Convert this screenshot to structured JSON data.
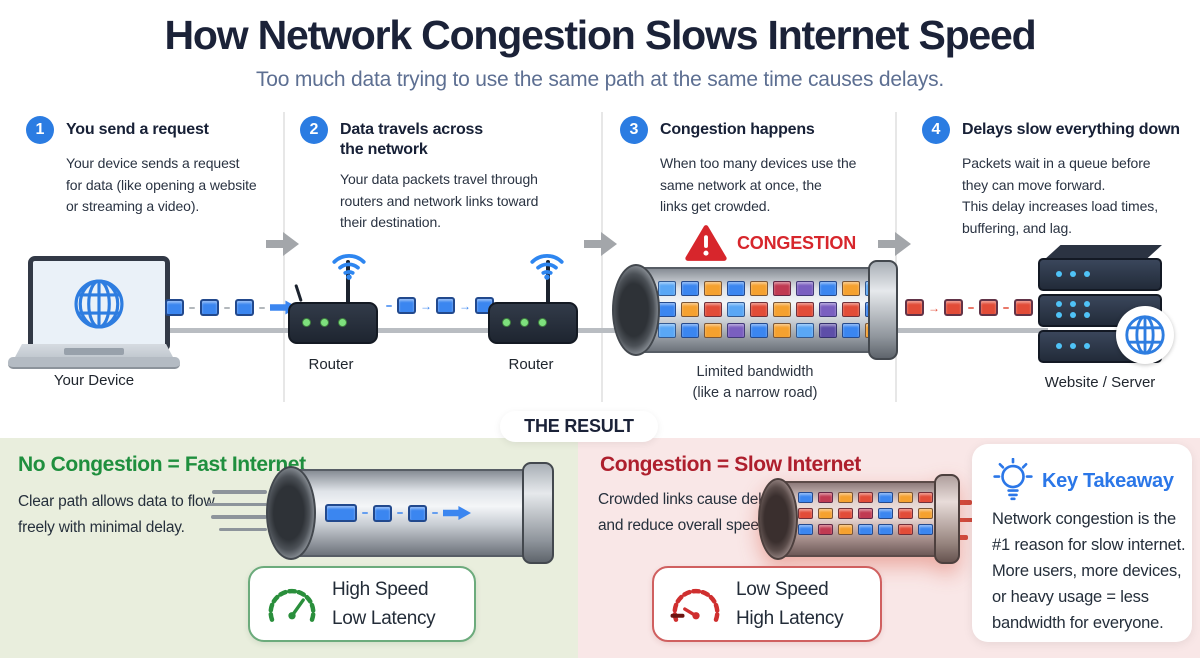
{
  "header": {
    "title": "How Network Congestion Slows Internet Speed",
    "subtitle": "Too much data trying to use the same path at the same time causes delays."
  },
  "steps": [
    {
      "num": "1",
      "title": "You send a request",
      "body": "Your device sends a request\nfor data (like opening a website\nor streaming a video)."
    },
    {
      "num": "2",
      "title": "Data travels across\nthe network",
      "body": "Your data packets travel through\nrouters and network links toward\ntheir destination."
    },
    {
      "num": "3",
      "title": "Congestion happens",
      "body": "When too many devices use the\nsame network at once, the\nlinks get crowded.",
      "alert": "CONGESTION"
    },
    {
      "num": "4",
      "title": "Delays slow everything down",
      "body": "Packets wait in a queue before\nthey can move forward.\nThis delay increases load times,\nbuffering, and lag."
    }
  ],
  "flow": {
    "device_label": "Your Device",
    "router1_label": "Router",
    "router2_label": "Router",
    "pipe_caption": "Limited bandwidth\n(like a narrow road)",
    "server_label": "Website / Server"
  },
  "result_pill": "THE RESULT",
  "fast": {
    "heading": "No Congestion = Fast Internet",
    "body": "Clear path allows data to flow\nfreely with minimal delay.",
    "badge_line1": "High Speed",
    "badge_line2": "Low Latency"
  },
  "slow": {
    "heading": "Congestion = Slow Internet",
    "body": "Crowded links cause delays\nand reduce overall speed.",
    "badge_line1": "Low Speed",
    "badge_line2": "High Latency"
  },
  "takeaway": {
    "title": "Key Takeaway",
    "body": "Network congestion is the\n#1 reason for slow internet.\nMore users, more devices,\nor heavy usage = less\nbandwidth for everyone."
  },
  "colors": {
    "accent_blue": "#2b7ce2",
    "congestion_red": "#d7262c",
    "fast_green": "#1f8f3e",
    "slow_red": "#ae1f2d",
    "takeaway_blue": "#2b77e8",
    "bg_green": "#e9eedd",
    "bg_pink": "#f9e7e7"
  },
  "palette": {
    "blue": "#3b86f0",
    "lightblue": "#5aa7f5",
    "orange": "#f5a12f",
    "red": "#e24c38",
    "crimson": "#c03a52",
    "purple": "#7a5fc0",
    "darkpurple": "#5d4ea8",
    "gray": "#9aa0a6"
  },
  "packets": {
    "chain_device_router": [
      "sq:blue",
      "dash:gray",
      "sq:blue",
      "dash:gray",
      "sq:blue",
      "dash:gray",
      "arrow:blue"
    ],
    "chain_router_router": [
      "dash:blue",
      "sq:blue",
      "arr:blue",
      "sq:blue",
      "arr:blue",
      "sq:blue",
      "dash:blue"
    ],
    "chain_pipe_server": [
      "sq:red",
      "arr:red",
      "sq:red",
      "dash:red",
      "sq:red",
      "dash:red",
      "sq:red",
      "arr:red",
      "sq:red"
    ],
    "big_pipe_rows": [
      [
        "lightblue",
        "blue",
        "orange",
        "blue",
        "orange",
        "crimson",
        "purple",
        "blue",
        "orange",
        "lightblue"
      ],
      [
        "blue",
        "orange",
        "red",
        "lightblue",
        "red",
        "orange",
        "red",
        "purple",
        "red",
        "blue"
      ],
      [
        "lightblue",
        "blue",
        "orange",
        "purple",
        "blue",
        "orange",
        "lightblue",
        "darkpurple",
        "blue",
        "orange"
      ]
    ],
    "clear_pipe_chain": [
      "wide:blue",
      "dash:blue",
      "sq:blue",
      "dash:blue",
      "sq:blue",
      "dash:blue",
      "arrow:blue"
    ],
    "small_pipe_rows": [
      [
        "blue",
        "crimson",
        "orange",
        "red",
        "blue",
        "orange",
        "red",
        "orange"
      ],
      [
        "red",
        "orange",
        "red",
        "crimson",
        "blue",
        "red",
        "orange",
        "blue"
      ],
      [
        "blue",
        "crimson",
        "orange",
        "blue",
        "blue",
        "red",
        "blue",
        "orange"
      ]
    ]
  }
}
